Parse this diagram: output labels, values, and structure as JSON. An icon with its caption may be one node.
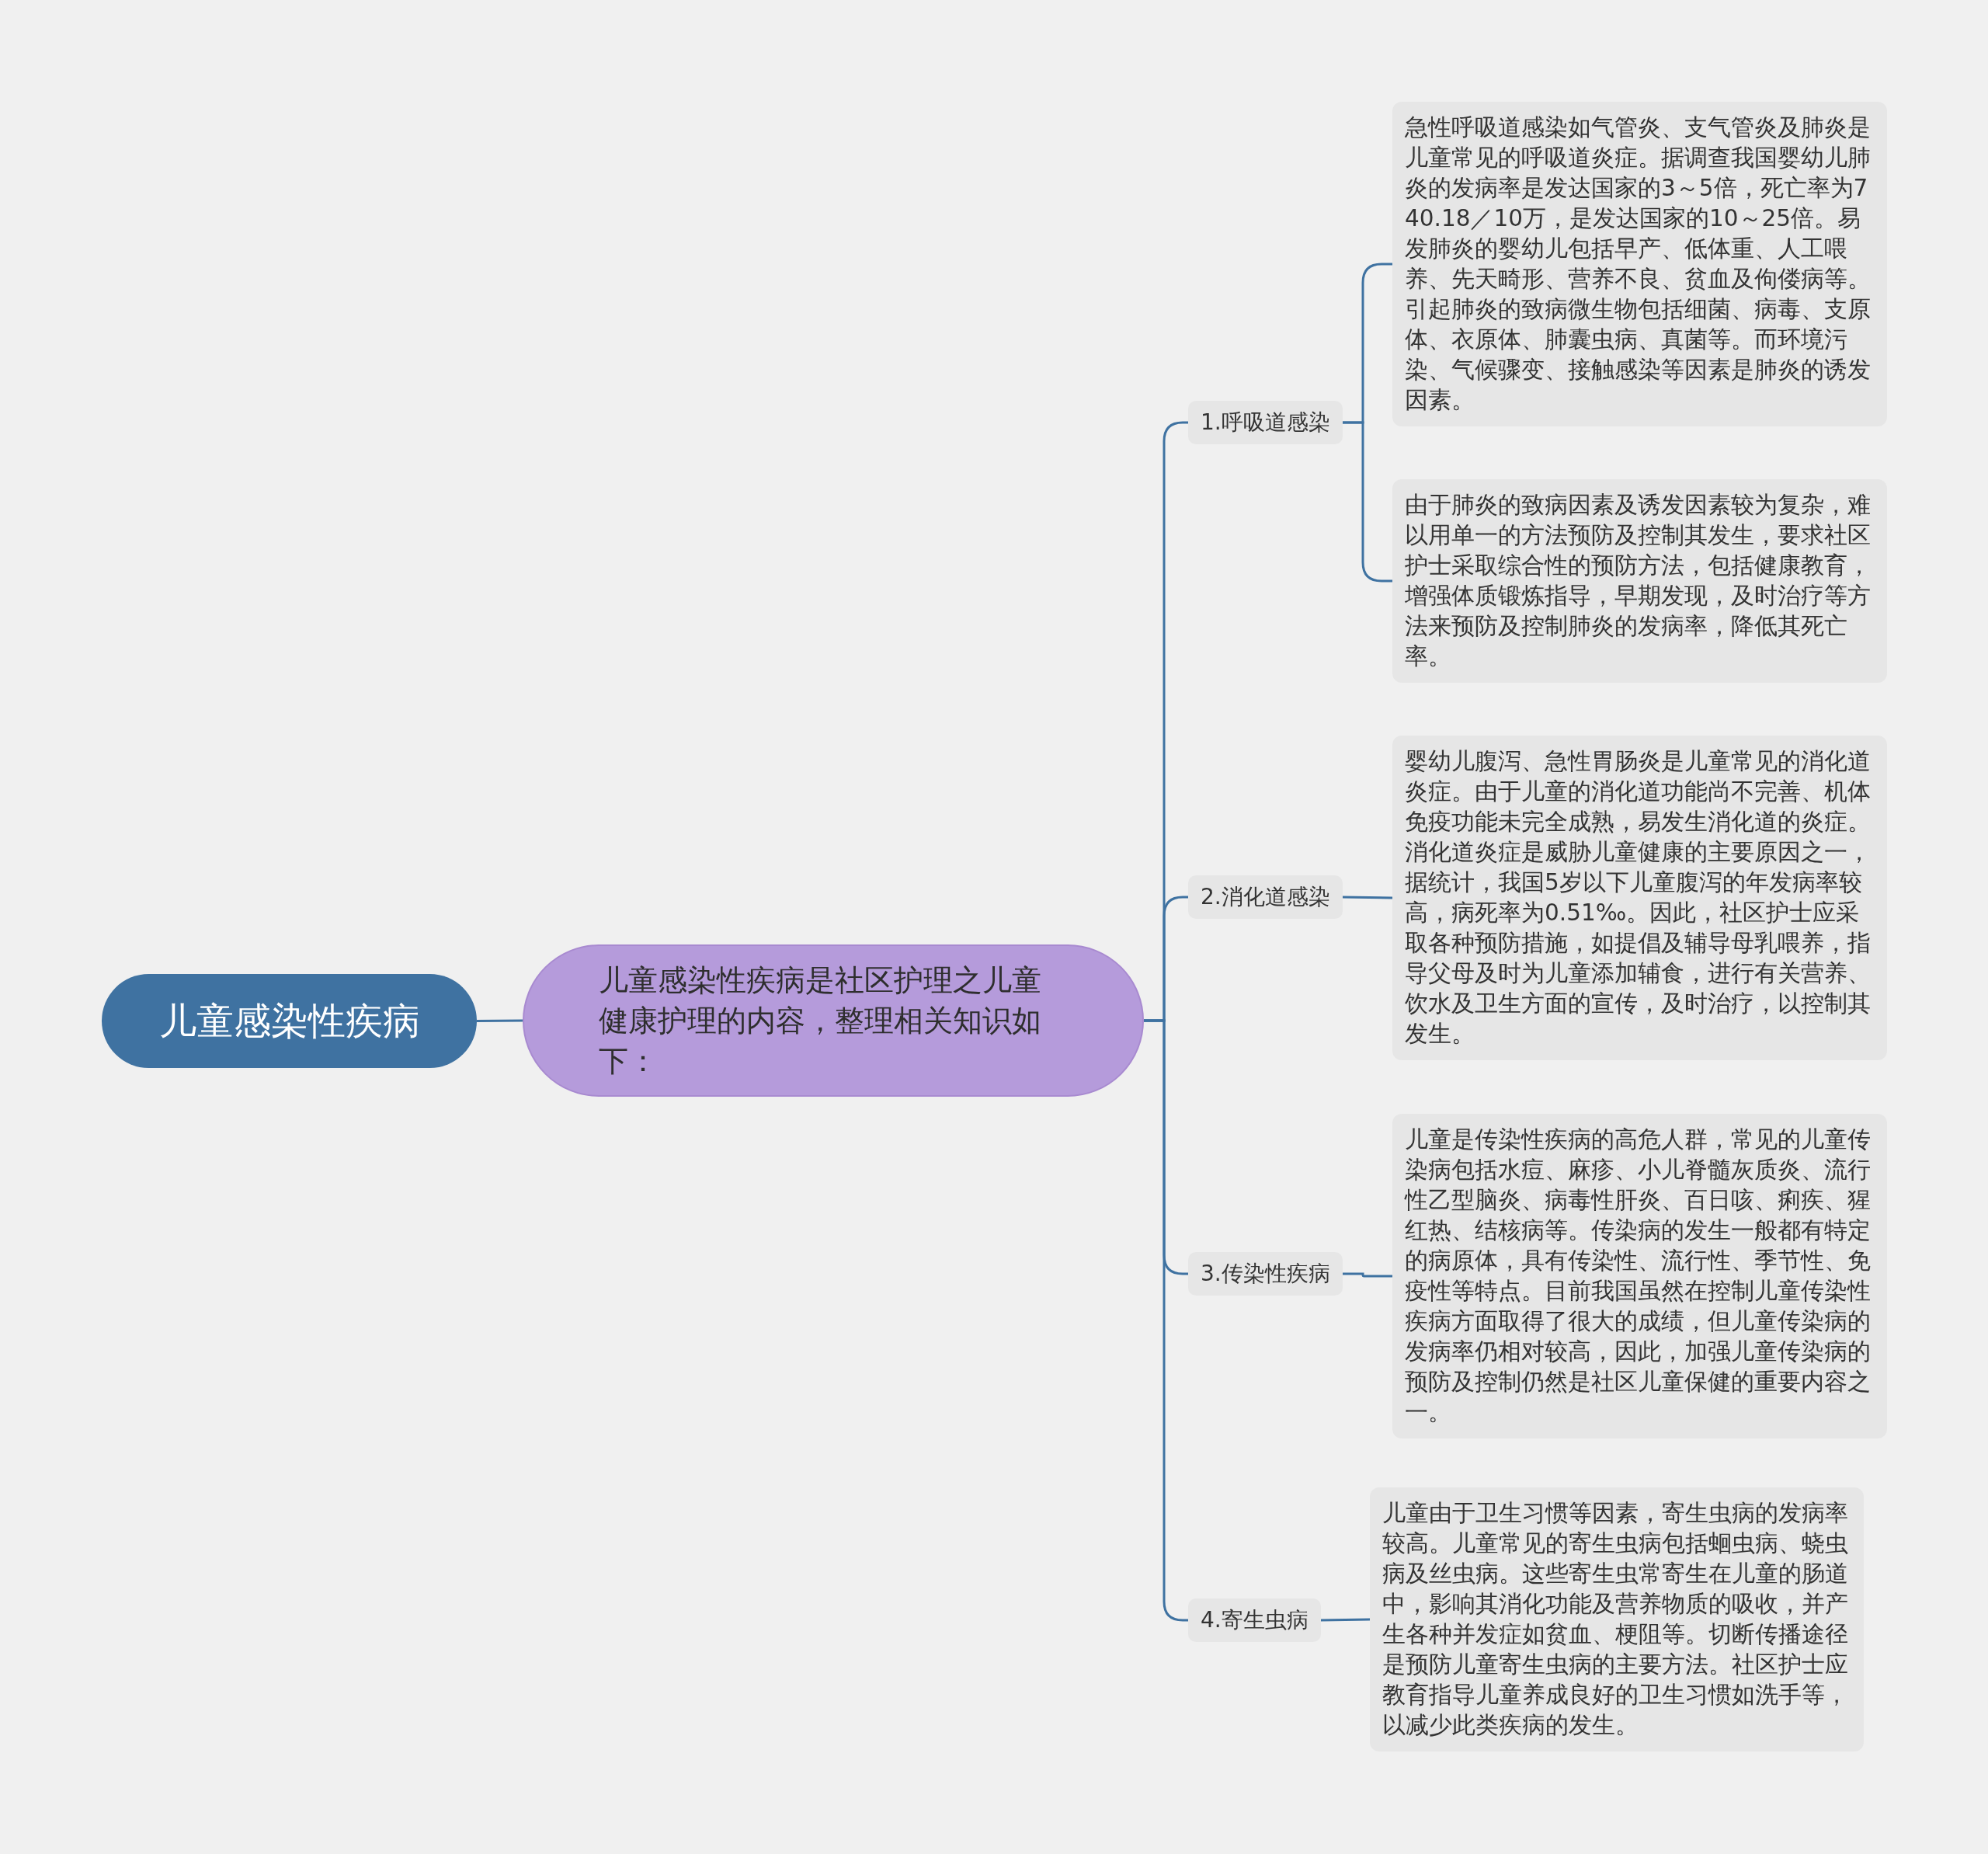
{
  "diagram": {
    "nodes": [
      {
        "text": [
          "儿童感染性疾病"
        ]
      },
      {
        "text": [
          "儿童感染性疾病是社区护理之儿童健康护理的内容，整理相关知识如下："
        ]
      },
      {
        "text": [
          "1.呼吸道感染"
        ]
      },
      {
        "text": [
          "急性呼吸道感染如气管炎、支气管炎及肺炎是儿童常见的呼吸道炎症。据调查我国婴幼儿肺炎的发病率是发达国家的3～5倍，死亡率为740.18／10万，是发达国家的10～25倍。易发肺炎的婴幼儿包括早产、低体重、人工喂养、先天畸形、营养不良、贫血及佝偻病等。引起肺炎的致病微生物包括细菌、病毒、支原体、衣原体、肺囊虫病、真菌等。而环境污染、气候骤变、接触感染等因素是肺炎的诱发因素。"
        ]
      },
      {
        "text": [
          "由于肺炎的致病因素及诱发因素较为复杂，难以用单一的方法预防及控制其发生，要求社区护士采取综合性的预防方法，包括健康教育，增强体质锻炼指导，早期发现，及时治疗等方法来预防及控制肺炎的发病率，降低其死亡率。"
        ]
      },
      {
        "text": [
          "2.消化道感染"
        ]
      },
      {
        "text": [
          "婴幼儿腹泻、急性胃肠炎是儿童常见的消化道炎症。由于儿童的消化道功能尚不完善、机体免疫功能未完全成熟，易发生消化道的炎症。消化道炎症是威胁儿童健康的主要原因之一，据统计，我国5岁以下儿童腹泻的年发病率较高，病死率为0.51‰。因此，社区护士应采取各种预防措施，如提倡及辅导母乳喂养，指导父母及时为儿童添加辅食，进行有关营养、饮水及卫生方面的宣传，及时治疗，以控制其发生。"
        ]
      },
      {
        "text": [
          "3.传染性疾病"
        ]
      },
      {
        "text": [
          "儿童是传染性疾病的高危人群，常见的儿童传染病包括水痘、麻疹、小儿脊髓灰质炎、流行性乙型脑炎、病毒性肝炎、百日咳、痢疾、猩红热、结核病等。传染病的发生一般都有特定的病原体，具有传染性、流行性、季节性、免疫性等特点。目前我国虽然在控制儿童传染性疾病方面取得了很大的成绩，但儿童传染病的发病率仍相对较高，因此，加强儿童传染病的预防及控制仍然是社区儿童保健的重要内容之一。"
        ]
      },
      {
        "text": [
          "4.寄生虫病"
        ]
      },
      {
        "text": [
          "儿童由于卫生习惯等因素，寄生虫病的发病率较高。儿童常见的寄生虫病包括蛔虫病、蛲虫病及丝虫病。这些寄生虫常寄生在儿童的肠道中，影响其消化功能及营养物质的吸收，并产生各种并发症如贫血、梗阻等。切断传播途径是预防儿童寄生虫病的主要方法。社区护士应教育指导儿童养成良好的卫生习惯如洗手等，以减少此类疾病的发生。"
        ]
      }
    ],
    "edges": [
      {
        "from": 0,
        "to": 1,
        "arrow": "none"
      },
      {
        "from": 1,
        "to": 2,
        "arrow": "none"
      },
      {
        "from": 1,
        "to": 5,
        "arrow": "none"
      },
      {
        "from": 1,
        "to": 7,
        "arrow": "none"
      },
      {
        "from": 1,
        "to": 9,
        "arrow": "none"
      },
      {
        "from": 2,
        "to": 3,
        "arrow": "none"
      },
      {
        "from": 2,
        "to": 4,
        "arrow": "none"
      },
      {
        "from": 5,
        "to": 6,
        "arrow": "none"
      },
      {
        "from": 7,
        "to": 8,
        "arrow": "none"
      },
      {
        "from": 9,
        "to": 10,
        "arrow": "none"
      }
    ]
  }
}
